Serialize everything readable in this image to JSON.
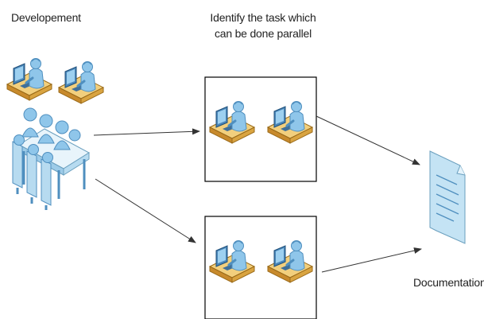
{
  "labels": {
    "development": "Developement",
    "task_line1": "Identify the task which",
    "task_line2": "can be done parallel",
    "documentation": "Documentation"
  },
  "icons": [
    "person-at-desk-icon",
    "meeting-table-icon",
    "document-icon"
  ],
  "colors": {
    "person": "#8fc6ea",
    "person_shadow": "#4f8fbf",
    "desk": "#d9a441",
    "desk_light": "#f2cf7d",
    "monitor": "#4a86b8",
    "document": "#c4e3f4",
    "arrow": "#333333",
    "box_border": "#000000"
  }
}
